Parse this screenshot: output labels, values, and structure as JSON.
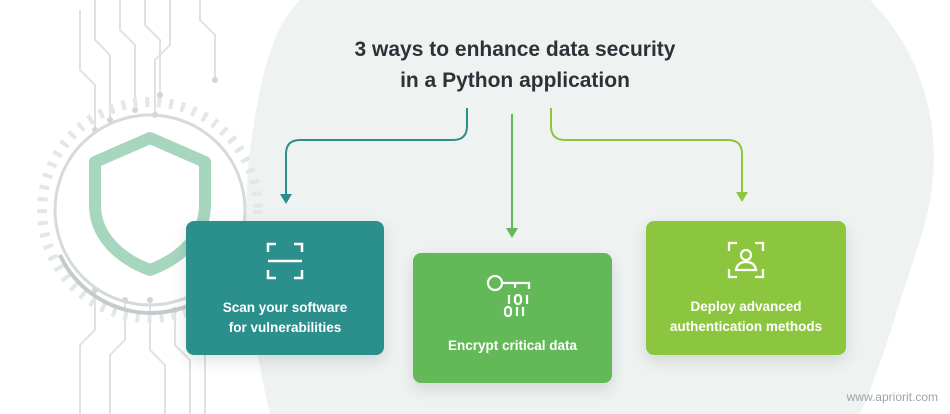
{
  "title": {
    "line1": "3 ways to enhance data security",
    "line2": "in a Python application"
  },
  "cards": [
    {
      "line1": "Scan your software",
      "line2": "for vulnerabilities",
      "icon": "scan-frame-icon",
      "color": "#2b8f8b"
    },
    {
      "line1": "Encrypt critical data",
      "line2": "",
      "icon": "key-binary-icon",
      "color": "#63b957"
    },
    {
      "line1": "Deploy advanced",
      "line2": "authentication methods",
      "icon": "user-face-scan-icon",
      "color": "#8cc63f"
    }
  ],
  "colors": {
    "title": "#2f3138",
    "connector_left": "#2b8f8b",
    "connector_center": "#63b957",
    "connector_right": "#8cc63f",
    "shield": "#a7d6bf",
    "background_blob": "#eef3f2"
  },
  "decoration": {
    "shield_icon": "shield-icon",
    "circuit_pattern": "circuit-board-decoration"
  },
  "watermark": "www.apriorit.com"
}
